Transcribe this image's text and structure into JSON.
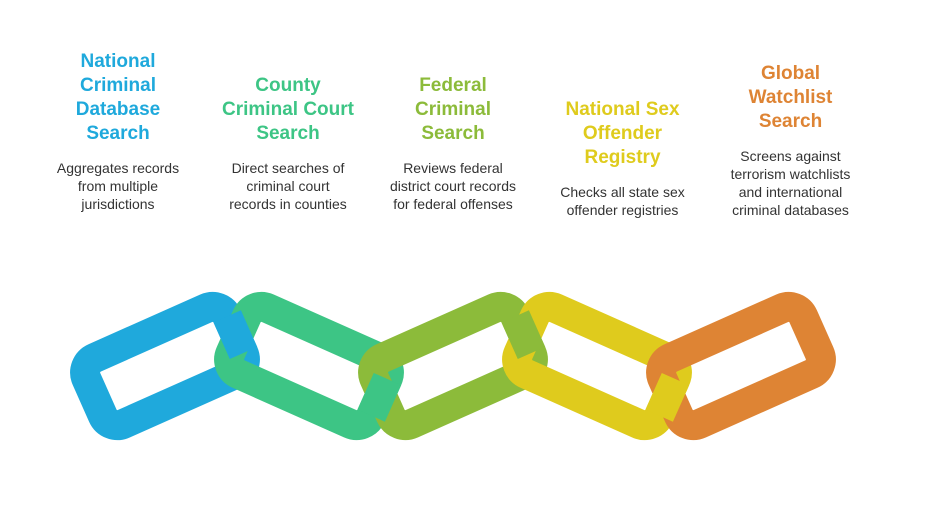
{
  "steps": [
    {
      "title": "National\nCriminal\nDatabase\nSearch",
      "description": "Aggregates records\nfrom multiple\njurisdictions",
      "color": "#1fa9dc"
    },
    {
      "title": "County\nCriminal Court\nSearch",
      "description": "Direct searches of\ncriminal court\nrecords in counties",
      "color": "#3dc585"
    },
    {
      "title": "Federal\nCriminal\nSearch",
      "description": "Reviews federal\ndistrict court records\nfor federal offenses",
      "color": "#8cbb3a"
    },
    {
      "title": "National Sex\nOffender\nRegistry",
      "description": "Checks all state sex\noffender registries",
      "color": "#dfcb1d"
    },
    {
      "title": "Global\nWatchlist\nSearch",
      "description": "Screens against\nterrorism watchlists\nand international\ncriminal databases",
      "color": "#de8434"
    }
  ]
}
